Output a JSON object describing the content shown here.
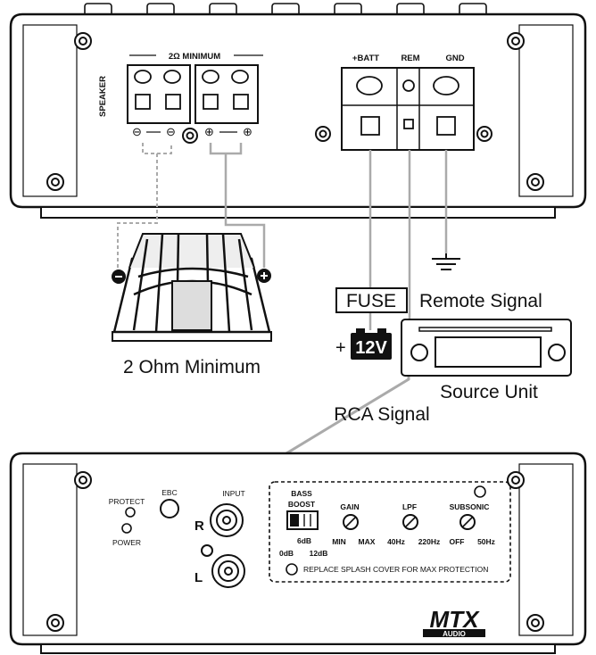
{
  "top_amp": {
    "speaker_label": "SPEAKER",
    "min_label": "2Ω MINIMUM",
    "batt_label": "+BATT",
    "rem_label": "REM",
    "gnd_label": "GND",
    "minus": "⊖",
    "plus": "⊕"
  },
  "wiring": {
    "fuse_label": "FUSE",
    "battery_label": "12V",
    "battery_plus": "+",
    "remote_label": "Remote Signal",
    "source_label": "Source Unit",
    "rca_label": "RCA Signal",
    "speaker_caption": "2 Ohm Minimum"
  },
  "bottom_amp": {
    "protect_label": "PROTECT",
    "power_label": "POWER",
    "ebc_label": "EBC",
    "input_label": "INPUT",
    "r_label": "R",
    "l_label": "L",
    "bass_label": "BASS",
    "boost_label": "BOOST",
    "boost_6": "6dB",
    "boost_0": "0dB",
    "boost_12": "12dB",
    "gain_label": "GAIN",
    "gain_min": "MIN",
    "gain_max": "MAX",
    "lpf_label": "LPF",
    "lpf_min": "40Hz",
    "lpf_max": "220Hz",
    "subsonic_label": "SUBSONIC",
    "sub_min": "OFF",
    "sub_max": "50Hz",
    "cover_note": "REPLACE SPLASH COVER FOR MAX PROTECTION",
    "logo_text": "MTX",
    "logo_sub": "AUDIO"
  }
}
